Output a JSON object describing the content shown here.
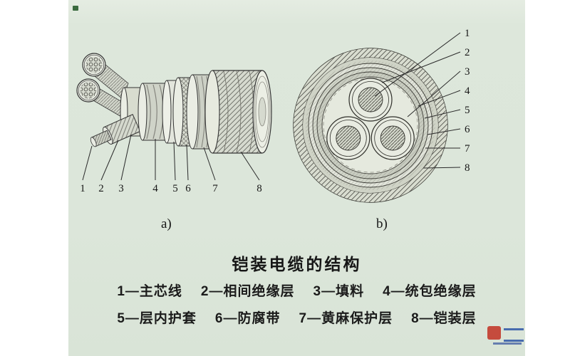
{
  "figure": {
    "title": "铠装电缆的结构",
    "sublabel_a": "a)",
    "sublabel_b": "b)"
  },
  "diagram_a": {
    "callouts": [
      "1",
      "2",
      "3",
      "4",
      "5",
      "6",
      "7",
      "8"
    ]
  },
  "diagram_b": {
    "callouts": [
      "1",
      "2",
      "3",
      "4",
      "5",
      "6",
      "7",
      "8"
    ]
  },
  "legend": {
    "rows": [
      [
        "1—主芯线",
        "2—相间绝缘层",
        "3—填料",
        "4—统包绝缘层"
      ],
      [
        "5—层内护套",
        "6—防腐带",
        "7—黄麻保护层",
        "8—铠装层"
      ]
    ]
  }
}
